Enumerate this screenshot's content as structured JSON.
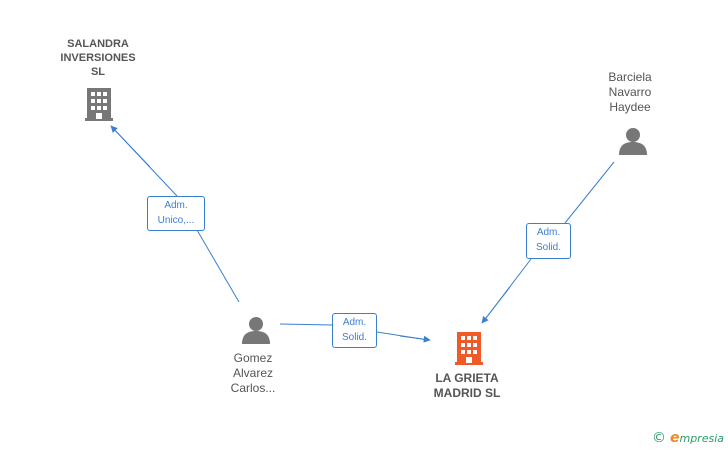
{
  "nodes": {
    "salandra": {
      "type": "company",
      "lines": [
        "SALANDRA",
        "INVERSIONES",
        "SL"
      ],
      "icon": "building-icon",
      "color": "#777777"
    },
    "barciela": {
      "type": "person",
      "lines": [
        "Barciela",
        "Navarro",
        "Haydee"
      ],
      "icon": "person-icon",
      "color": "#777777"
    },
    "gomez": {
      "type": "person",
      "lines": [
        "Gomez",
        "Alvarez",
        "Carlos..."
      ],
      "icon": "person-icon",
      "color": "#777777"
    },
    "lagrieta": {
      "type": "company",
      "lines": [
        "LA GRIETA",
        "MADRID SL"
      ],
      "icon": "building-icon",
      "color": "#f05a28"
    }
  },
  "edges": {
    "gomez_salandra": {
      "lines": [
        "Adm.",
        "Unico,..."
      ]
    },
    "gomez_lagrieta": {
      "lines": [
        "Adm.",
        "Solid."
      ]
    },
    "barciela_lagrieta": {
      "lines": [
        "Adm.",
        "Solid."
      ]
    }
  },
  "colors": {
    "edge": "#3b7fd0",
    "icon_gray": "#777777",
    "icon_main": "#f05a28"
  },
  "watermark": {
    "copyright": "©",
    "brand_e": "e",
    "brand_rest": "mpresia"
  }
}
